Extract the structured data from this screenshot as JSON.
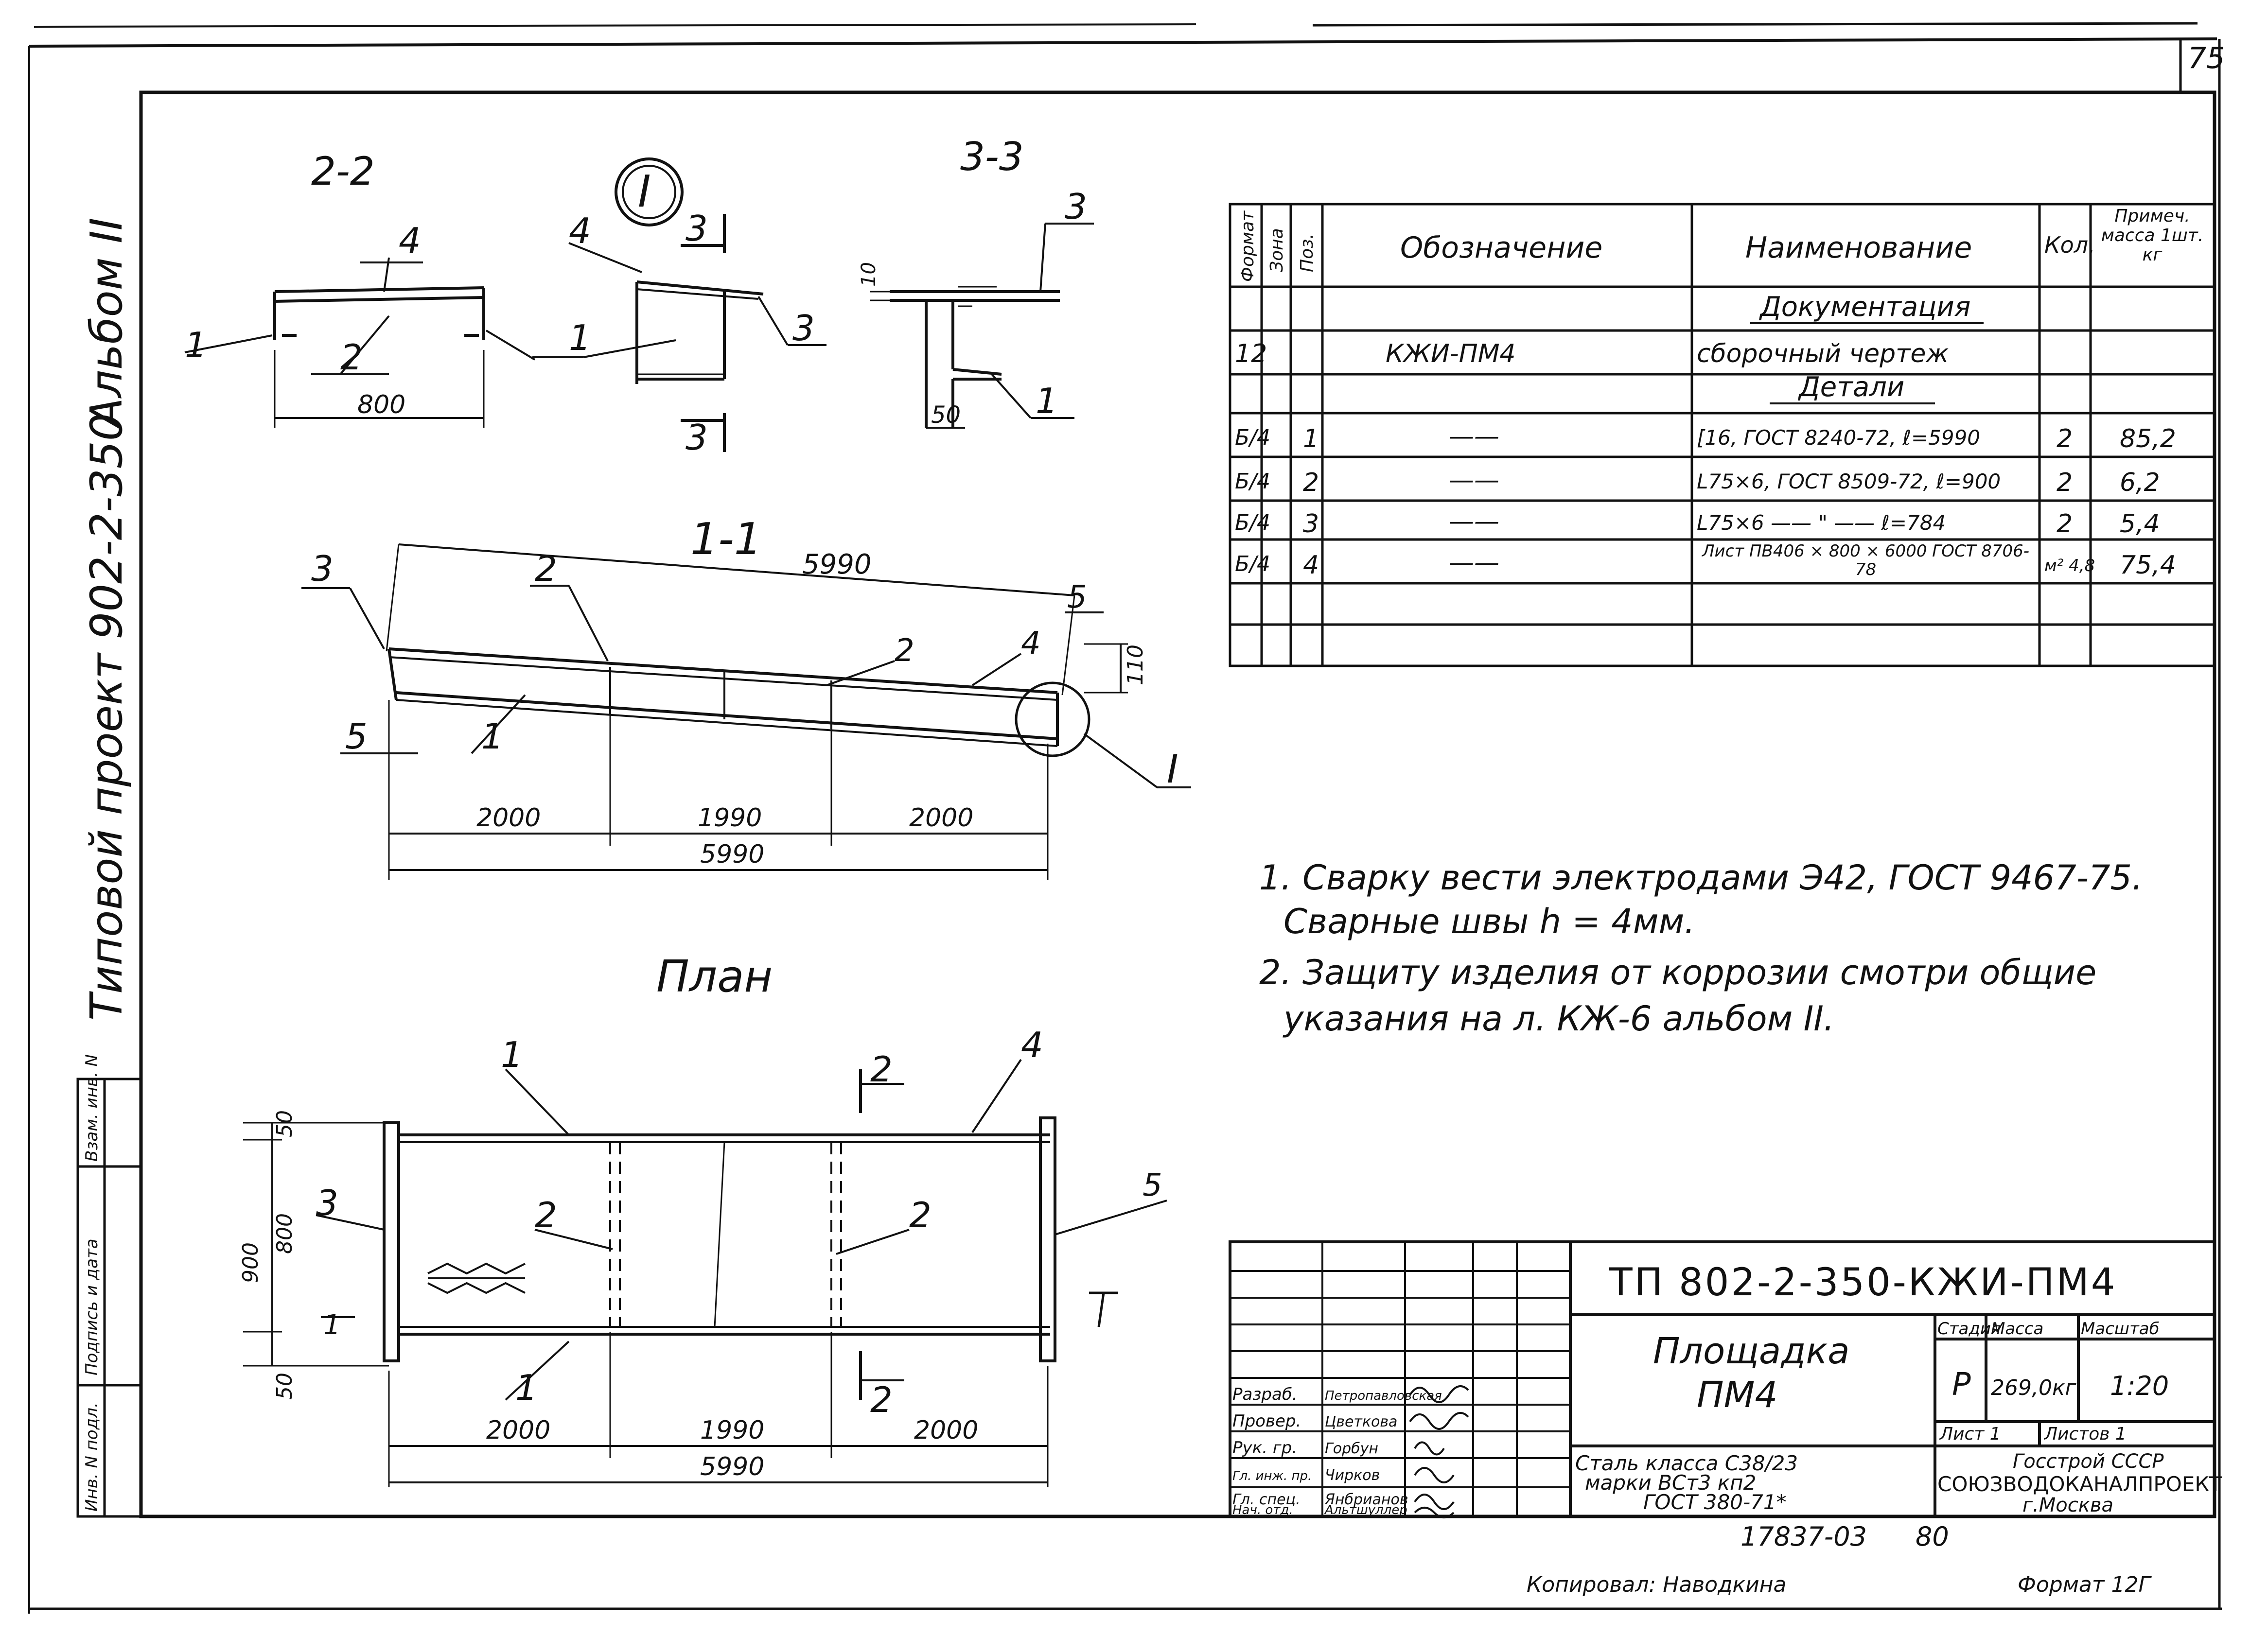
{
  "page_number": "75",
  "margin": {
    "album": "Альбом II",
    "project": "Типовой проект 902-2-350",
    "stamp_cells": [
      "Инв. N подл.",
      "Подпись и дата",
      "Взам. инв. N"
    ]
  },
  "views": {
    "section_2": "2-2",
    "node_callout": "I",
    "section_3": "3-3",
    "section_1": "1-1",
    "plan": "План"
  },
  "dimensions": {
    "d800": "800",
    "d50": "50",
    "d10": "10",
    "d5990": "5990",
    "d110": "110",
    "d2000": "2000",
    "d1990": "1990",
    "d900": "900",
    "sec_marker_2": "2",
    "sec_marker_3": "3"
  },
  "spec": {
    "headers": [
      "Формат",
      "Зона",
      "Поз.",
      "Обозначение",
      "Наименование",
      "Кол.",
      "Примеч. масса 1шт. кг"
    ],
    "section_docs": "Документация",
    "section_parts": "Детали",
    "rows": [
      {
        "format": "12",
        "zone": "",
        "pos": "",
        "designation": "КЖИ-ПМ4",
        "name": "сборочный чертеж",
        "qty": "",
        "note": ""
      },
      {
        "format": "Б/4",
        "zone": "",
        "pos": "1",
        "designation": "——",
        "name": "[16, ГОСТ 8240-72, ℓ=5990",
        "qty": "2",
        "note": "85,2"
      },
      {
        "format": "Б/4",
        "zone": "",
        "pos": "2",
        "designation": "——",
        "name": "L75×6, ГОСТ 8509-72, ℓ=900",
        "qty": "2",
        "note": "6,2"
      },
      {
        "format": "Б/4",
        "zone": "",
        "pos": "3",
        "designation": "——",
        "name": "L75×6 —— \" —— ℓ=784",
        "qty": "2",
        "note": "5,4"
      },
      {
        "format": "Б/4",
        "zone": "",
        "pos": "4",
        "designation": "——",
        "name": "Лист ПВ406 × 800 × 6000 ГОСТ 8706-78",
        "qty": "м² 4,8",
        "note": "75,4"
      }
    ]
  },
  "notes": [
    "1. Сварку вести электродами Э42, ГОСТ 9467-75.",
    "Сварные швы h = 4мм.",
    "2. Защиту изделия от коррозии смотри общие",
    "указания на л. КЖ-6 альбом II."
  ],
  "title_block": {
    "code": "ТП 802-2-350-КЖИ-ПМ4",
    "name_line1": "Площадка",
    "name_line2": "ПМ4",
    "material_line1": "Сталь класса С38/23",
    "material_line2": "марки ВСт3 кп2",
    "material_line3": "ГОСТ 380-71*",
    "head_stage": "Стадия",
    "head_mass": "Масса",
    "head_scale": "Масштаб",
    "stage": "Р",
    "mass": "269,0кг",
    "scale": "1:20",
    "sheet_label": "Лист 1",
    "sheets_label": "Листов 1",
    "org_line1": "Госстрой СССР",
    "org_line2": "СОЮЗВОДОКАНАЛПРОЕКТ",
    "org_line3": "г.Москва",
    "roles": [
      {
        "role": "Разраб.",
        "name": "Петропавловская"
      },
      {
        "role": "Провер.",
        "name": "Цветкова"
      },
      {
        "role": "Рук. гр.",
        "name": "Горбун"
      },
      {
        "role": "Гл. инж. пр.",
        "name": "Чирков"
      },
      {
        "role": "Гл. спец.",
        "name": "Янбрианов"
      },
      {
        "role": "Нач. отд.",
        "name": "Альтшуллер"
      }
    ]
  },
  "archive_number": "17837-03",
  "archive_suffix": "80",
  "copied_by": "Копировал: Наводкина",
  "format_label": "Формат 12Г"
}
